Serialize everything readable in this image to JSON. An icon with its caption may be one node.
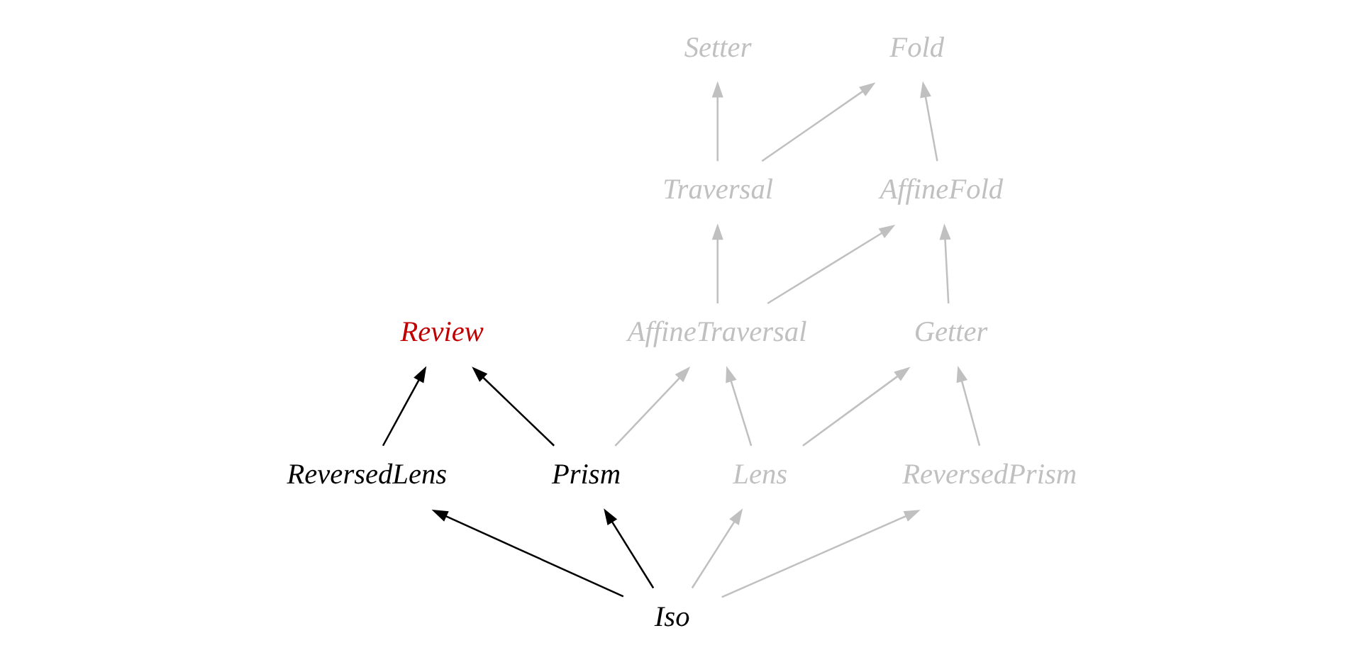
{
  "diagram": {
    "nodes": [
      {
        "text": [
          "Setter"
        ]
      },
      {
        "text": [
          "Fold"
        ]
      },
      {
        "text": [
          "Traversal"
        ]
      },
      {
        "text": [
          "AffineFold"
        ]
      },
      {
        "text": [
          "Review"
        ]
      },
      {
        "text": [
          "AffineTraversal"
        ]
      },
      {
        "text": [
          "Getter"
        ]
      },
      {
        "text": [
          "ReversedLens"
        ]
      },
      {
        "text": [
          "Prism"
        ]
      },
      {
        "text": [
          "Lens"
        ]
      },
      {
        "text": [
          "ReversedPrism"
        ]
      },
      {
        "text": [
          "Iso"
        ]
      }
    ],
    "edges": [
      {
        "from": 2,
        "to": 0,
        "arrow": "to"
      },
      {
        "from": 2,
        "to": 1,
        "arrow": "to"
      },
      {
        "from": 3,
        "to": 1,
        "arrow": "to"
      },
      {
        "from": 5,
        "to": 2,
        "arrow": "to"
      },
      {
        "from": 5,
        "to": 3,
        "arrow": "to"
      },
      {
        "from": 6,
        "to": 3,
        "arrow": "to"
      },
      {
        "from": 7,
        "to": 4,
        "arrow": "to",
        "color": "#000000"
      },
      {
        "from": 8,
        "to": 4,
        "arrow": "to",
        "color": "#000000"
      },
      {
        "from": 8,
        "to": 5,
        "arrow": "to"
      },
      {
        "from": 9,
        "to": 5,
        "arrow": "to"
      },
      {
        "from": 9,
        "to": 6,
        "arrow": "to"
      },
      {
        "from": 10,
        "to": 6,
        "arrow": "to"
      },
      {
        "from": 11,
        "to": 7,
        "arrow": "to",
        "color": "#000000"
      },
      {
        "from": 11,
        "to": 8,
        "arrow": "to",
        "color": "#000000"
      },
      {
        "from": 11,
        "to": 9,
        "arrow": "to"
      },
      {
        "from": 11,
        "to": 10,
        "arrow": "to"
      }
    ]
  }
}
